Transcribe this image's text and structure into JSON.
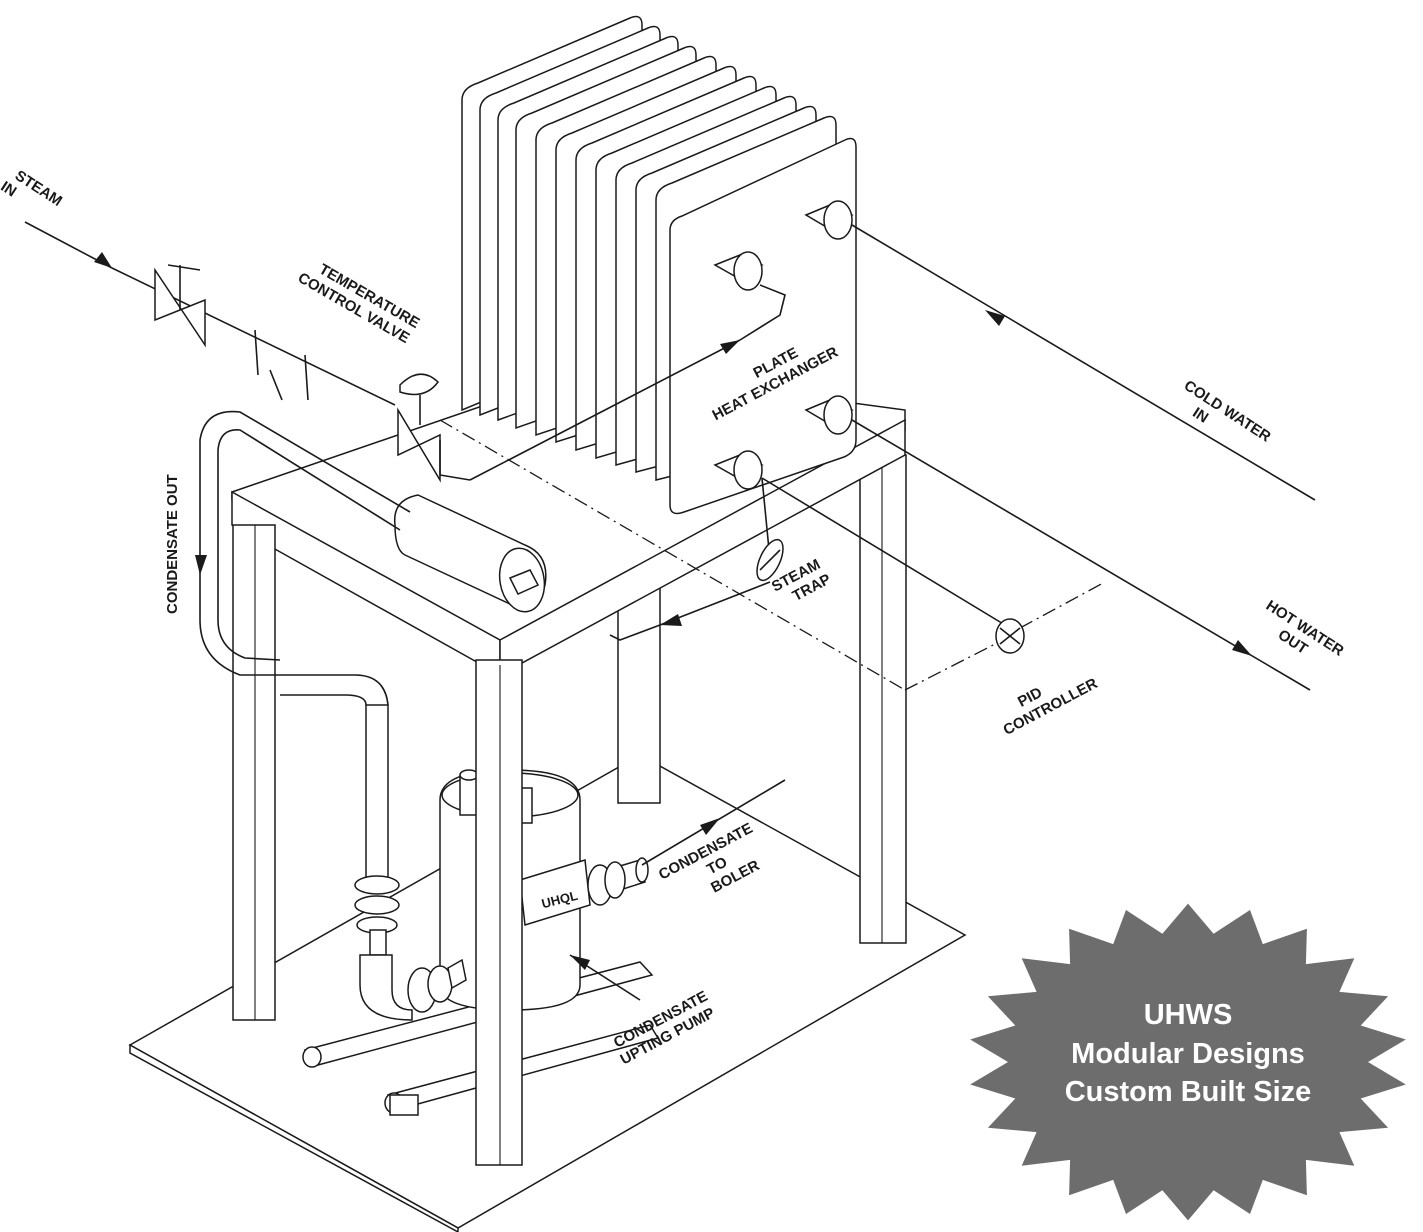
{
  "labels": {
    "steam_in": [
      "STEAM",
      "IN"
    ],
    "temperature_control_valve": [
      "TEMPERATURE",
      "CONTROL VALVE"
    ],
    "plate_heat_exchanger": [
      "PLATE",
      "HEAT EXCHANGER"
    ],
    "cold_water_in": [
      "COLD WATER",
      "IN"
    ],
    "condensate_out": [
      "CONDENSATE OUT"
    ],
    "steam_trap": [
      "STEAM",
      "TRAP"
    ],
    "hot_water_out": [
      "HOT WATER",
      "OUT"
    ],
    "pid_controller": [
      "PID",
      "CONTROLLER"
    ],
    "condensate_to_boler": [
      "CONDENSATE",
      "TO",
      "BOLER"
    ],
    "condensate_upting_pump": [
      "CONDENSATE",
      "UPTING PUMP"
    ]
  },
  "pump_nameplate": "UHQL",
  "badge": {
    "lines": [
      "UHWS",
      "Modular Designs",
      "Custom Built Size"
    ],
    "color": "#6d6d6d",
    "text_color": "#ffffff"
  },
  "colors": {
    "line": "#1a1a1a",
    "background": "#ffffff"
  }
}
